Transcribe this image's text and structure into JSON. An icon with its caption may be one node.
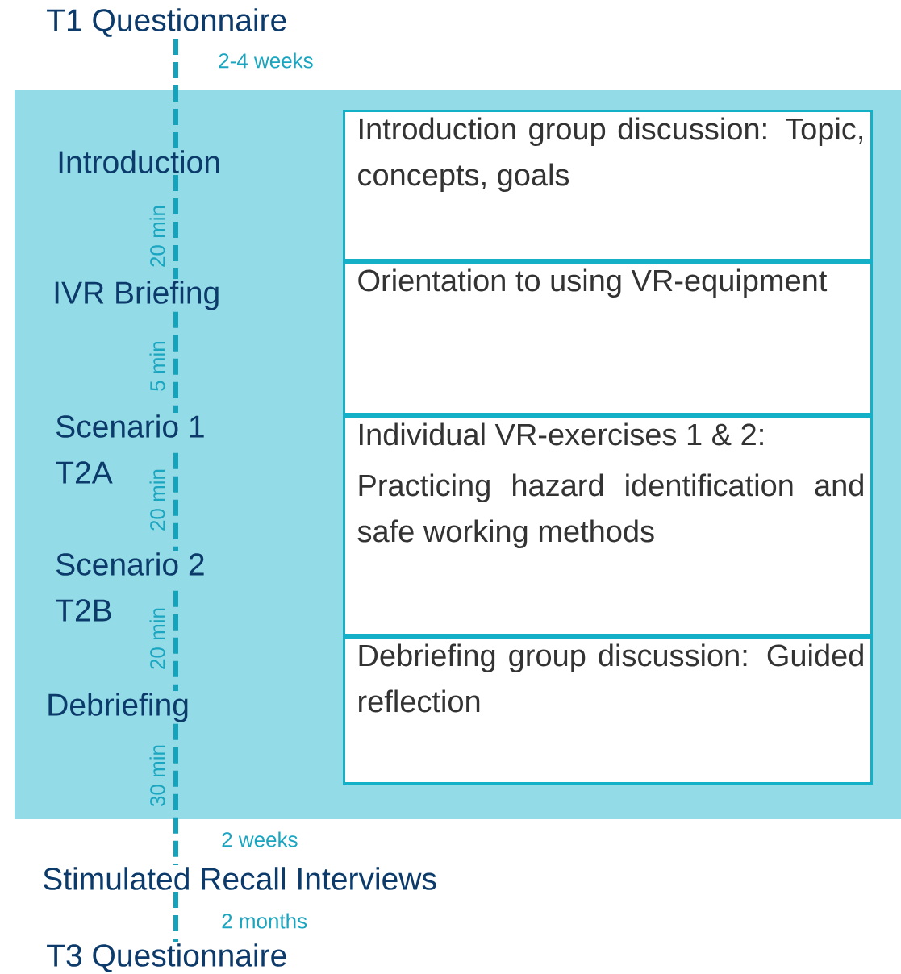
{
  "diagram": {
    "nodes": [
      {
        "text": [
          "T1 Questionnaire"
        ]
      },
      {
        "text": [
          "Introduction"
        ]
      },
      {
        "text": [
          "IVR Briefing"
        ]
      },
      {
        "text": [
          "Scenario 1",
          "T2A"
        ]
      },
      {
        "text": [
          "Scenario 2",
          "T2B"
        ]
      },
      {
        "text": [
          "Debriefing"
        ]
      },
      {
        "text": [
          "Stimulated Recall Interviews"
        ]
      },
      {
        "text": [
          "T3 Questionnaire"
        ]
      },
      {
        "text": [
          "Introduction group discussion: Topic, concepts, goals"
        ]
      },
      {
        "text": [
          "Orientation to using VR-equipment"
        ]
      },
      {
        "text": [
          "Individual VR-exercises 1 & 2:",
          "Practicing hazard identification and safe working methods"
        ]
      },
      {
        "text": [
          "Debriefing group discussion: Guided reflection"
        ]
      }
    ],
    "edges": [
      {
        "from": 0,
        "to": 1,
        "arrow": "none",
        "style": "dashed",
        "label": "2-4 weeks"
      },
      {
        "from": 1,
        "to": 2,
        "arrow": "none",
        "style": "dashed",
        "label": "20 min"
      },
      {
        "from": 2,
        "to": 3,
        "arrow": "none",
        "style": "dashed",
        "label": "5 min"
      },
      {
        "from": 3,
        "to": 4,
        "arrow": "none",
        "style": "dashed",
        "label": "20 min"
      },
      {
        "from": 4,
        "to": 5,
        "arrow": "none",
        "style": "dashed",
        "label": "20 min"
      },
      {
        "from": 5,
        "to": 6,
        "arrow": "none",
        "style": "dashed",
        "label": "30 min"
      },
      {
        "from": 6,
        "to": 7,
        "arrow": "none",
        "style": "dashed",
        "label": "2 months"
      }
    ],
    "labels": [
      "2 weeks"
    ]
  }
}
